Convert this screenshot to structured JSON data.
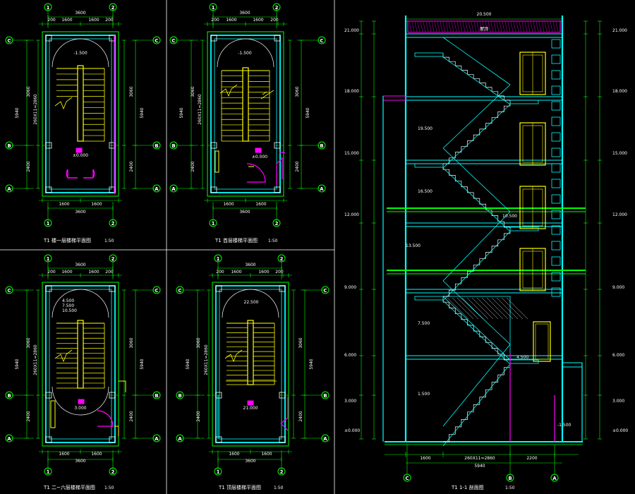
{
  "drawing": {
    "colors": {
      "background": "#000000",
      "wall": "#00ffff",
      "dimension": "#00ff00",
      "stair": "#ffff00",
      "door": "#ff00ff",
      "text": "#ffffff"
    },
    "panel_tl": {
      "grid_top": [
        "1",
        "2"
      ],
      "grid_bottom": [
        "1",
        "2"
      ],
      "grid_side": [
        "C",
        "B",
        "A"
      ],
      "top_total": "3600",
      "top_parts": [
        "200",
        "1600",
        "1600",
        "200"
      ],
      "bottom_total": "3600",
      "bottom_parts": [
        "1600",
        "1600"
      ],
      "left_total": "5940",
      "left_parts": [
        "3060",
        "2400"
      ],
      "right_total": "5940",
      "right_parts": [
        "3060",
        "2400"
      ],
      "stair_note": "260X11=2860",
      "landing_note": "-1.500",
      "level": "±0.000",
      "title": "T1 楼一层楼梯平面图",
      "scale": "1:50"
    },
    "panel_tr": {
      "grid_top": [
        "1",
        "2"
      ],
      "grid_bottom": [
        "1",
        "2"
      ],
      "grid_side": [
        "C",
        "B",
        "A"
      ],
      "top_total": "3600",
      "top_parts": [
        "200",
        "1600",
        "1600",
        "200"
      ],
      "bottom_total": "3600",
      "bottom_parts": [
        "1600",
        "1600"
      ],
      "left_total": "5940",
      "left_parts": [
        "3060",
        "2400"
      ],
      "right_total": "5940",
      "right_parts": [
        "3060",
        "2400"
      ],
      "stair_note": "260X11=2860",
      "landing_note": "-1.500",
      "level": "±0.000",
      "title": "T1 首层楼梯平面图",
      "scale": "1:50"
    },
    "panel_bl": {
      "grid_top": [
        "1",
        "2"
      ],
      "grid_bottom": [
        "1",
        "2"
      ],
      "grid_side": [
        "C",
        "B",
        "A"
      ],
      "top_total": "3600",
      "top_parts": [
        "200",
        "1600",
        "1600",
        "200"
      ],
      "bottom_total": "3600",
      "bottom_parts": [
        "1600",
        "1600"
      ],
      "left_total": "5940",
      "left_parts": [
        "3060",
        "2400"
      ],
      "right_total": "5940",
      "right_parts": [
        "3060",
        "2400"
      ],
      "stair_note": "260X11=2860",
      "landing_notes": [
        "4.500",
        "7.500",
        "10.500"
      ],
      "level": "3.000",
      "title": "T1 二~六层楼梯平面图",
      "scale": "1:50"
    },
    "panel_br": {
      "grid_top": [
        "1",
        "2"
      ],
      "grid_bottom": [
        "1",
        "2"
      ],
      "grid_side": [
        "C",
        "B",
        "A"
      ],
      "top_total": "3600",
      "top_parts": [
        "200",
        "1600",
        "1600",
        "200"
      ],
      "bottom_total": "3600",
      "bottom_parts": [
        "1600",
        "1600"
      ],
      "left_total": "5940",
      "left_parts": [
        "3060",
        "2400"
      ],
      "right_total": "5940",
      "right_parts": [
        "3060",
        "2400"
      ],
      "stair_note": "260X11=2860",
      "landing_note": "22.500",
      "level": "21.000",
      "title": "T1 顶层楼梯平面图",
      "scale": "1:50"
    },
    "section": {
      "top_dim": "20.500",
      "roof_label": "屋顶",
      "bottom_total": "5940",
      "bottom_parts": [
        "1600",
        "260X11=2860",
        "2200"
      ],
      "grid_bottom": [
        "C",
        "B",
        "A"
      ],
      "left_levels": [
        "21.000",
        "18.000",
        "15.000",
        "12.000",
        "9.000",
        "6.000",
        "3.000",
        "±0.000"
      ],
      "right_levels": [
        "21.000",
        "18.000",
        "15.000",
        "12.000",
        "9.000",
        "6.000",
        "3.000",
        "±0.000"
      ],
      "flight_notes": [
        "19.500",
        "16.500",
        "13.500",
        "10.500",
        "7.500",
        "4.500",
        "1.500"
      ],
      "ground_note": "-1.500",
      "title": "T1 1-1 剖面图",
      "scale": "1:50"
    }
  }
}
